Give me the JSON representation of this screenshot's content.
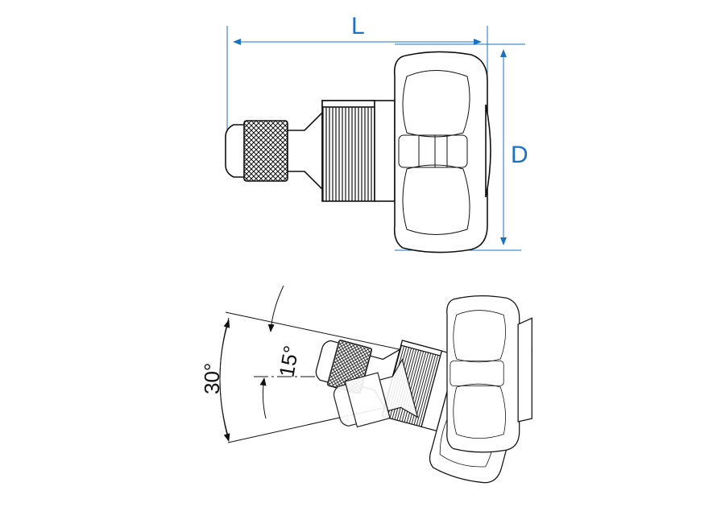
{
  "top_view": {
    "length_label": "L",
    "diameter_label": "D",
    "dimension_color": "#1b72c4"
  },
  "angled_view": {
    "angle_large_label": "30°",
    "angle_small_label": "15°"
  }
}
